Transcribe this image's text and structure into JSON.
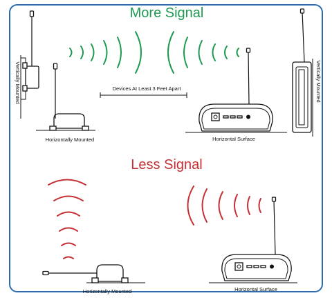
{
  "titles": {
    "more_signal": "More Signal",
    "less_signal": "Less Signal"
  },
  "labels": {
    "vertically_mounted_left": "Vertically Mounted",
    "vertically_mounted_right": "Vertically Mounted",
    "horizontally_mounted_top": "Horizontally Mounted",
    "horizontal_surface_top": "Horizontal Surface",
    "devices_apart": "Devices At Least 3 Feet Apart",
    "horizontally_mounted_bottom": "Horizontally Mounted",
    "horizontal_surface_bottom": "Horizontal Surface"
  },
  "colors": {
    "more_signal": "#1e9a52",
    "less_signal": "#c62f34",
    "frame": "#2b6cb0"
  }
}
